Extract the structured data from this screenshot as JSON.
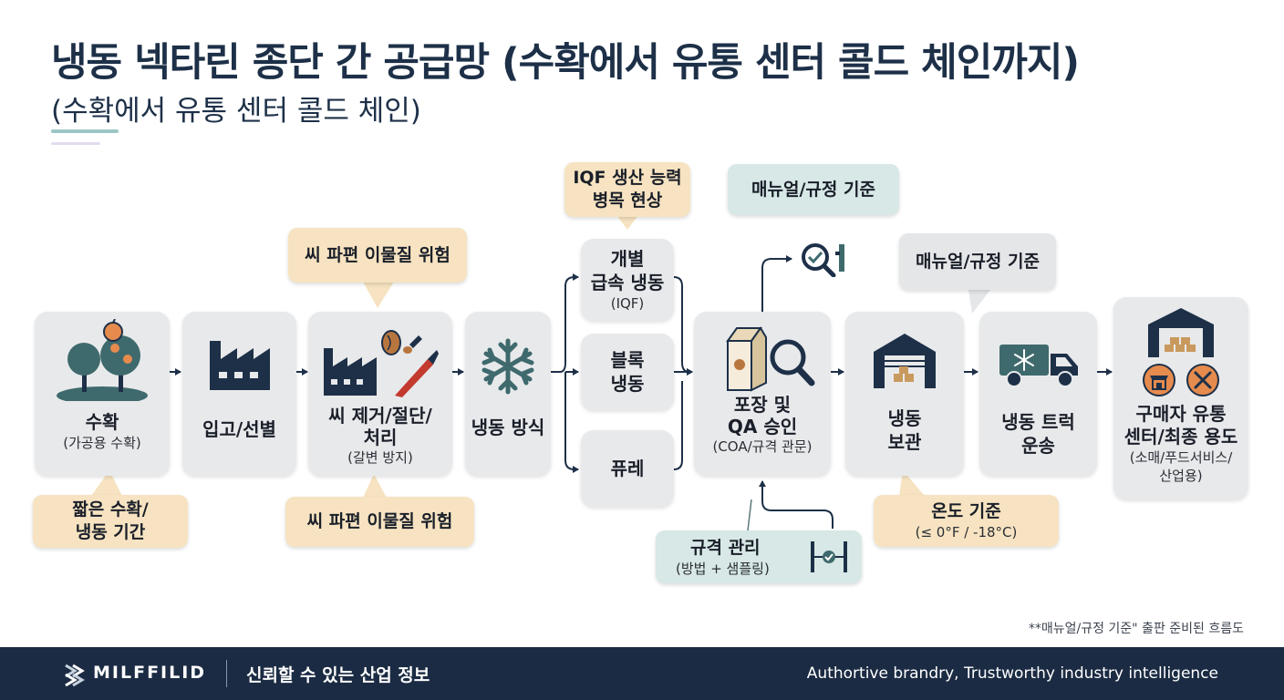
{
  "header": {
    "title": "냉동 넥타린 종단 간 공급망 (수확에서 유통 센터 콜드 체인까지)",
    "subtitle": "(수확에서 유통 센터 콜드 체인)"
  },
  "stages": {
    "harvest": {
      "label": "수확",
      "sub": "(가공용 수확)"
    },
    "receiving": {
      "label": "입고/선별"
    },
    "pitting": {
      "line1": "씨 제거/절단/",
      "line2": "처리",
      "sub": "(갈변 방지)"
    },
    "freezing": {
      "label": "냉동 방식"
    },
    "iqf": {
      "line1": "개별",
      "line2": "급속 냉동",
      "sub": "(IQF)"
    },
    "block": {
      "line1": "블록",
      "line2": "냉동"
    },
    "puree": {
      "label": "퓨레"
    },
    "packaging": {
      "line1": "포장 및",
      "line2": "QA 승인",
      "sub": "(COA/규격 관문)"
    },
    "storage": {
      "line1": "냉동",
      "line2": "보관"
    },
    "truck": {
      "line1": "냉동 트럭",
      "line2": "운송"
    },
    "buyer": {
      "line1": "구매자 유통",
      "line2": "센터/최종 용도",
      "sub1": "(소매/푸드서비스/",
      "sub2": "산업용)"
    }
  },
  "callouts": {
    "short_harvest": {
      "line1": "짧은 수확/",
      "line2": "냉동 기간"
    },
    "pit_risk_top": "씨 파편 이물질 위험",
    "pit_risk_bottom": "씨 파편 이물질 위험",
    "iqf_bottleneck": {
      "line1": "IQF 생산 능력",
      "line2": "병목 현상"
    },
    "manual_top": "매뉴얼/규정 기준",
    "manual_mid": "매뉴얼/규정 기준",
    "spec": {
      "title": "규격 관리",
      "sub": "(방법 + 샘플링)"
    },
    "temp": {
      "title": "온도 기준",
      "sub": "(≤ 0°F / -18°C)"
    }
  },
  "footnote": "**매뉴얼/규정 기준\" 출판 준비된 흐름도",
  "footer": {
    "brand": "MILFFILID",
    "tagline_ko": "신뢰할 수 있는 산업 정보",
    "tagline_en": "Authortive brandry, Trustworthy industry intelligence"
  },
  "colors": {
    "navy": "#1d3048",
    "footer_bg": "#1b2b43",
    "stage_bg": "#e8e9eb",
    "warning_bg": "#f7e3c1",
    "info_bg": "#d7e8e6",
    "teal_icon": "#3f6a6d"
  },
  "icons": [
    "tree-icon",
    "factory-icon",
    "knife-icon",
    "snowflake-icon",
    "milk-carton-icon",
    "magnifier-icon",
    "warehouse-icon",
    "freezer-truck-icon",
    "shop-icon",
    "utensils-icon",
    "inspection-icon",
    "caliper-icon"
  ]
}
